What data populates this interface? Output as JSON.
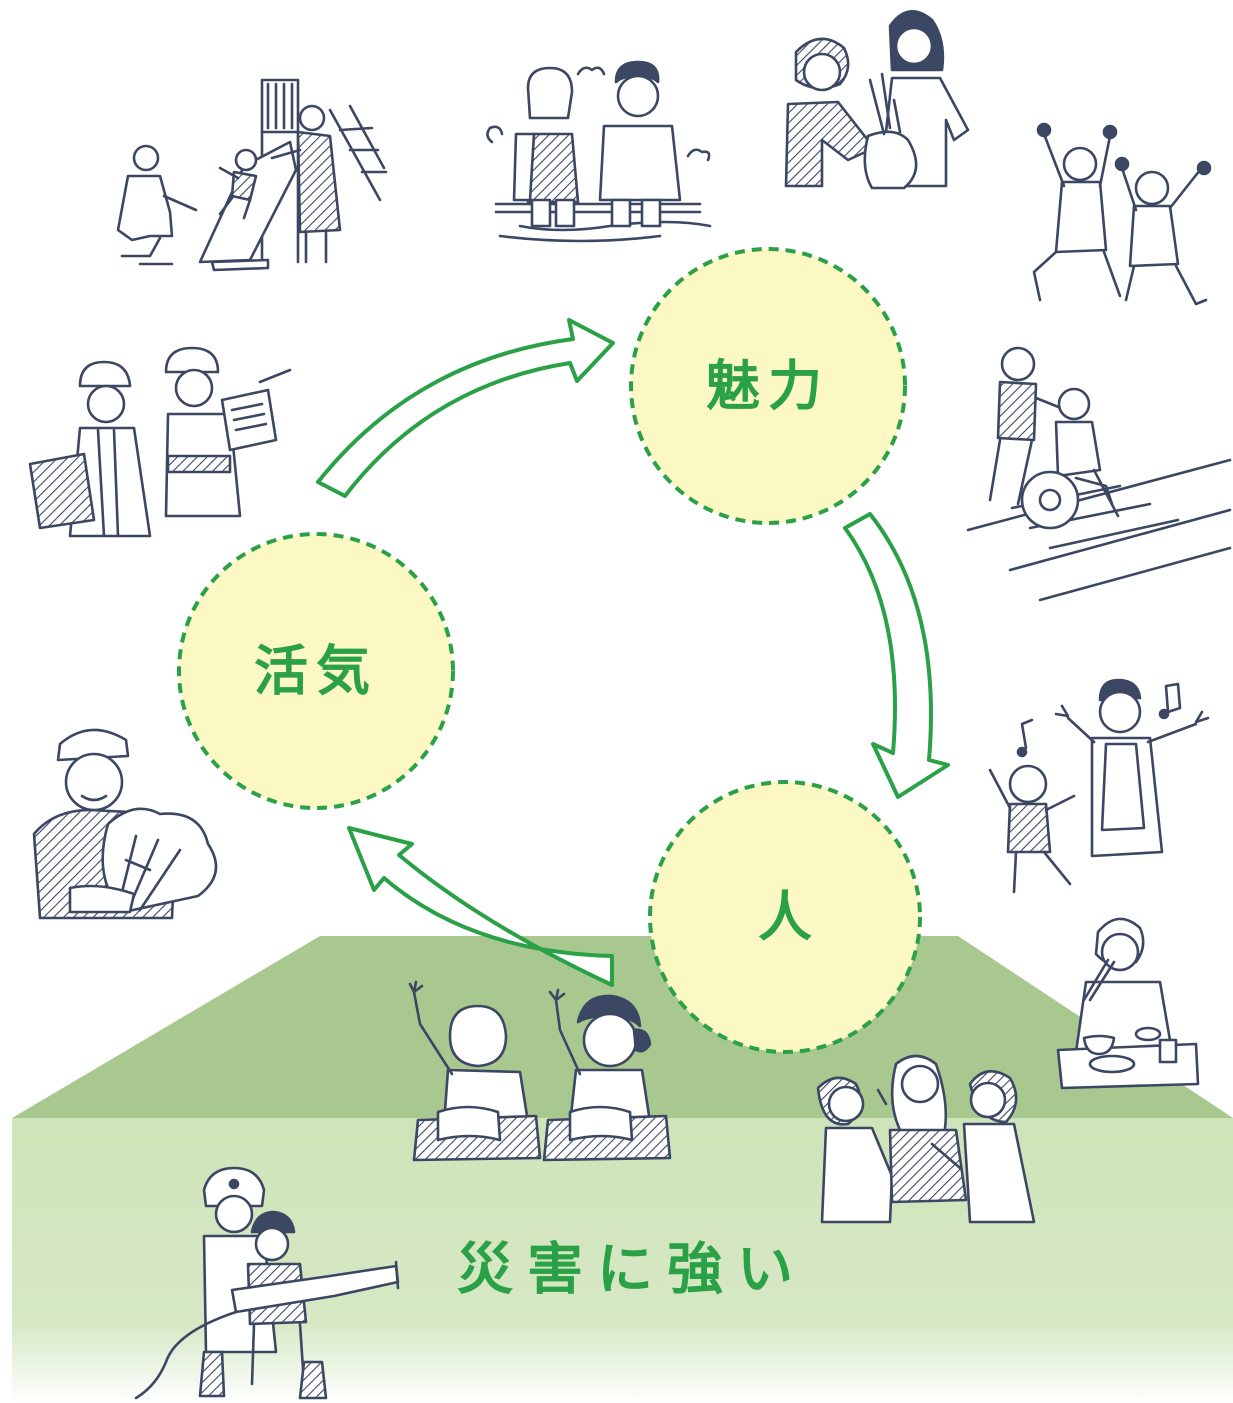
{
  "cycle": {
    "nodes": [
      {
        "label": "魅力"
      },
      {
        "label": "人"
      },
      {
        "label": "活気"
      }
    ]
  },
  "ground": {
    "label": "災害に強い"
  },
  "illustrations": [
    "playground-family-illustration",
    "footbath-couple-illustration",
    "vegetable-sharing-illustration",
    "cheering-seniors-illustration",
    "construction-workers-illustration",
    "wheelchair-crosswalk-illustration",
    "farmer-with-greens-illustration",
    "dancing-kids-illustration",
    "school-lunch-illustration",
    "schoolchildren-raising-hands-illustration",
    "community-chat-illustration",
    "firefighter-training-illustration"
  ],
  "colors": {
    "accent": "#2aa047",
    "circle_fill": "#fbf8c4",
    "ground_top": "#a9c98f",
    "ground_front": "#cde3b8",
    "ink": "#3b4763"
  }
}
